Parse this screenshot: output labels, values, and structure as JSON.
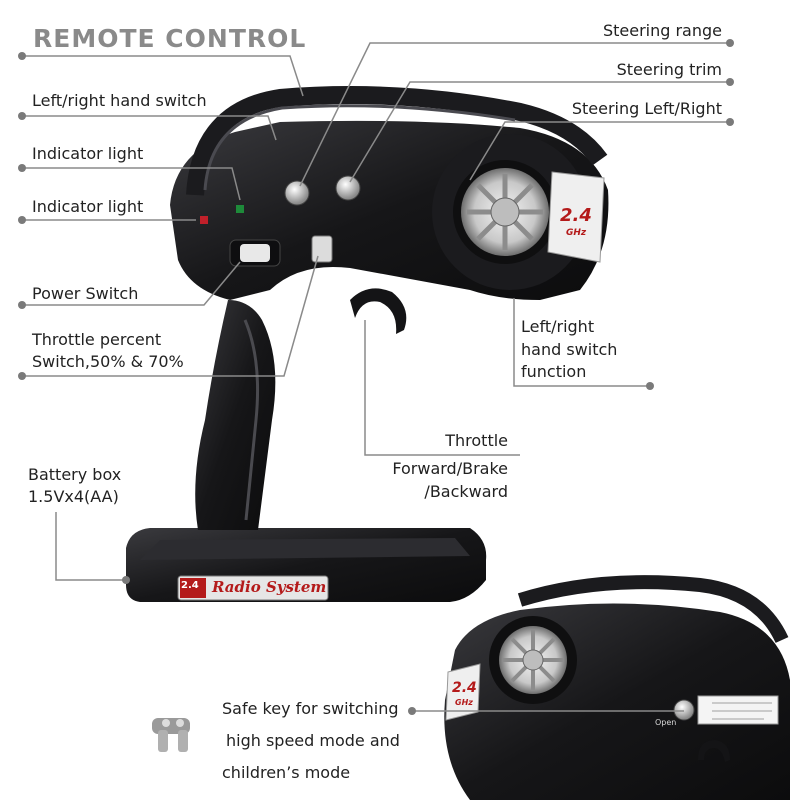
{
  "title": "REMOTE CONTROL",
  "labels": {
    "steering_range": "Steering range",
    "steering_trim": "Steering trim",
    "steering_lr": "Steering Left/Right",
    "lr_hand_switch": "Left/right hand switch",
    "indicator_1": "Indicator light",
    "indicator_2": "Indicator light",
    "power_switch": "Power Switch",
    "throttle_percent_1": "Throttle percent",
    "throttle_percent_2": "Switch,50% & 70%",
    "lr_func_1": "Left/right",
    "lr_func_2": "hand switch",
    "lr_func_3": "function",
    "throttle_1": "Throttle",
    "throttle_2": "Forward/Brake",
    "throttle_3": "/Backward",
    "battery_1": "Battery box",
    "battery_2": "1.5Vx4(AA)",
    "safe_1": "Safe key for switching",
    "safe_2": "high speed mode and",
    "safe_3": "children’s mode"
  },
  "product": {
    "base_badge_num": "2.4",
    "base_badge_text": "Radio System",
    "wheel_badge_num": "2.4",
    "wheel_badge_unit": "GHz",
    "knob_open_text": "Open"
  },
  "colors": {
    "body": "#1b1b1e",
    "leader": "#8a8a8a",
    "title": "#8a8a8a",
    "led_red": "#c0202a",
    "led_green": "#1e8a3a"
  }
}
